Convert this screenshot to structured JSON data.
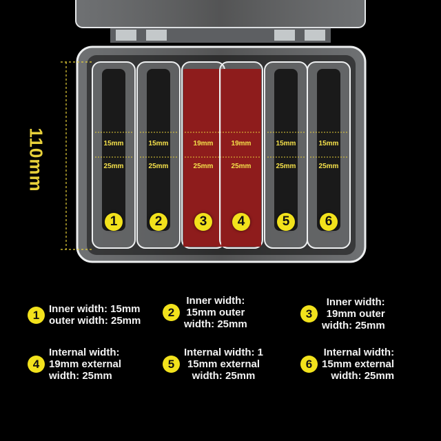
{
  "dimension": {
    "height_label": "110mm"
  },
  "slots": [
    {
      "number": "1",
      "inner": "15mm",
      "outer": "25mm",
      "color": "#1a1a1a"
    },
    {
      "number": "2",
      "inner": "15mm",
      "outer": "25mm",
      "color": "#1a1a1a"
    },
    {
      "number": "3",
      "inner": "19mm",
      "outer": "25mm",
      "color": "#8e1c1c"
    },
    {
      "number": "4",
      "inner": "19mm",
      "outer": "25mm",
      "color": "#8e1c1c"
    },
    {
      "number": "5",
      "inner": "15mm",
      "outer": "25mm",
      "color": "#1a1a1a"
    },
    {
      "number": "6",
      "inner": "15mm",
      "outer": "25mm",
      "color": "#1a1a1a"
    }
  ],
  "legend": [
    {
      "number": "1",
      "text": "Inner width: 15mm\nouter width: 25mm"
    },
    {
      "number": "2",
      "text": "Inner width:\n15mm outer\nwidth: 25mm"
    },
    {
      "number": "3",
      "text": "Inner width:\n19mm outer\nwidth: 25mm"
    },
    {
      "number": "4",
      "text": "Internal width:\n19mm external\nwidth: 25mm"
    },
    {
      "number": "5",
      "text": "Internal width: 1\n15mm external\nwidth: 25mm"
    },
    {
      "number": "6",
      "text": "Internal width:\n15mm external\nwidth: 25mm"
    }
  ],
  "colors": {
    "accent": "#f2e21c",
    "background": "#000000",
    "box": "#cfd3d6"
  }
}
